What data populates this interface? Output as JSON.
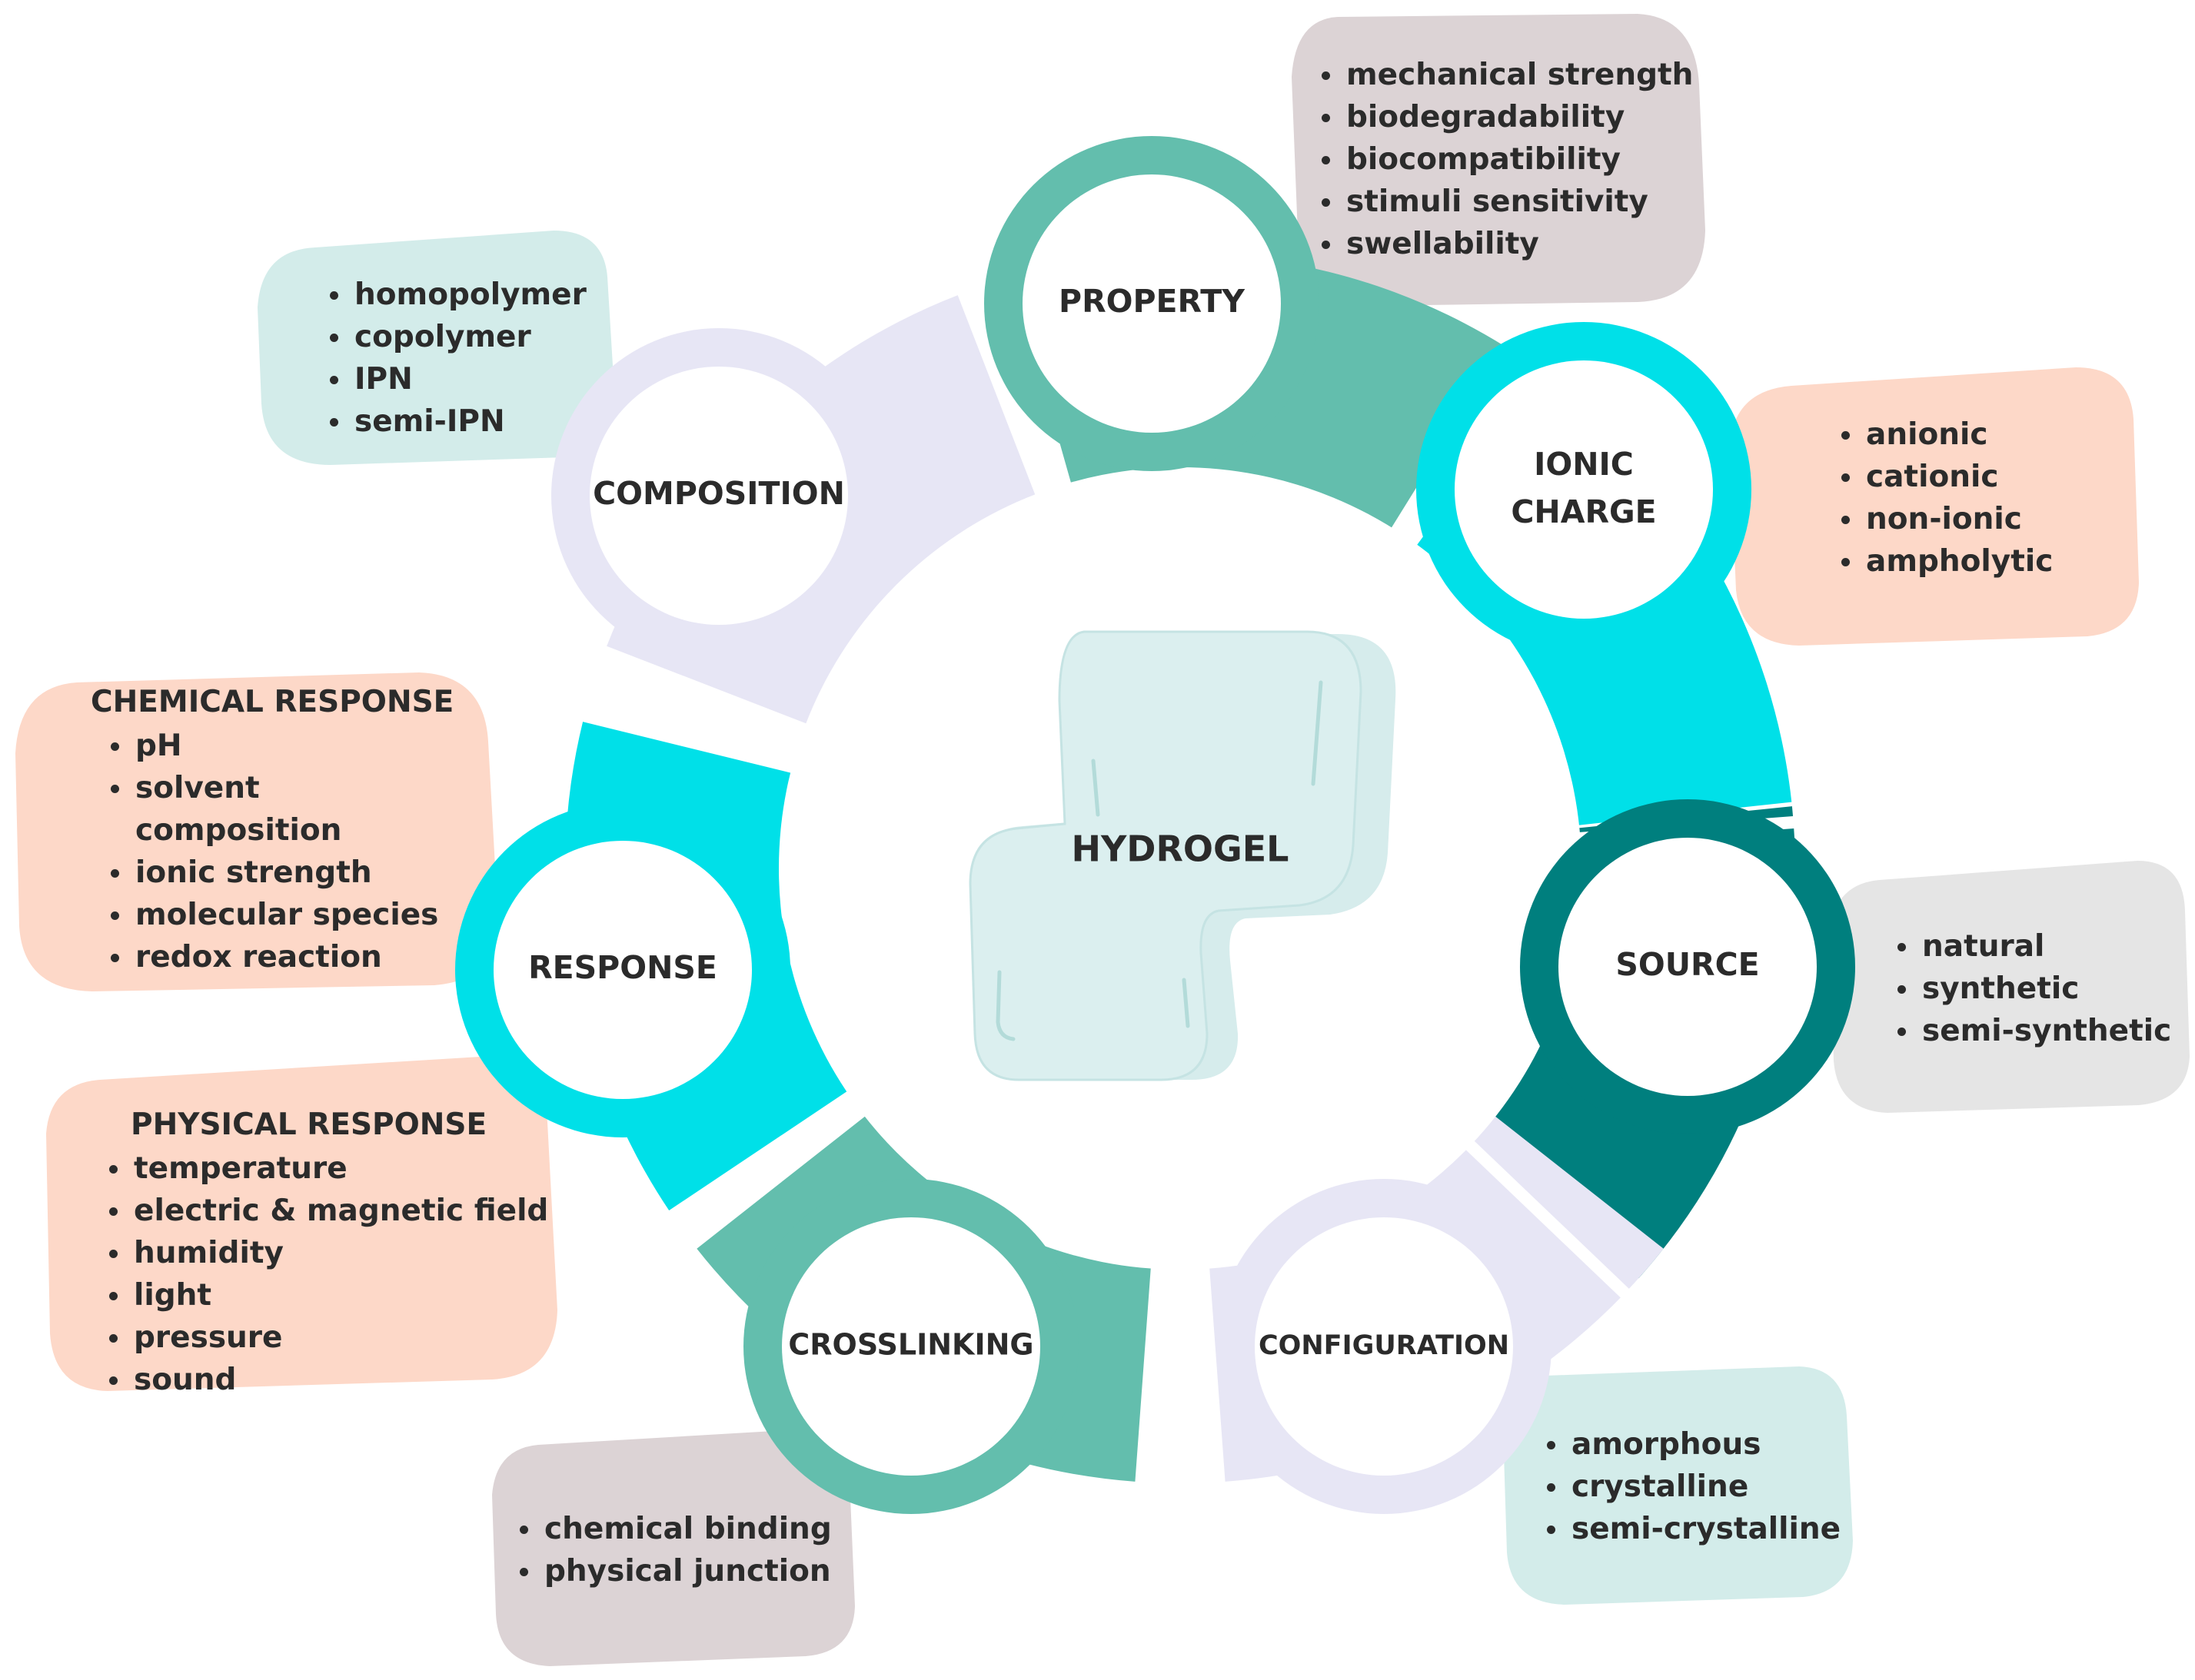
{
  "center": {
    "label": "HYDROGEL"
  },
  "categories": {
    "property": "PROPERTY",
    "ionic_charge": [
      "IONIC",
      "CHARGE"
    ],
    "source": "SOURCE",
    "configuration": "CONFIGURATION",
    "crosslinking": "CROSSLINKING",
    "response": "RESPONSE",
    "composition": "COMPOSITION"
  },
  "lists": {
    "property": [
      "mechanical strength",
      "biodegradability",
      "biocompatibility",
      "stimuli sensitivity",
      "swellability"
    ],
    "composition": [
      "homopolymer",
      "copolymer",
      "IPN",
      "semi-IPN"
    ],
    "ionic_charge": [
      "anionic",
      "cationic",
      "non-ionic",
      "ampholytic"
    ],
    "chemical_response": {
      "title": "CHEMICAL RESPONSE",
      "items": [
        "pH",
        "solvent composition",
        "ionic strength",
        "molecular species",
        "redox reaction"
      ]
    },
    "physical_response": {
      "title": "PHYSICAL RESPONSE",
      "items": [
        "temperature",
        "electric & magnetic field",
        "humidity",
        "light",
        "pressure",
        "sound"
      ]
    },
    "source": [
      "natural",
      "synthetic",
      "semi-synthetic"
    ],
    "configuration": [
      "amorphous",
      "crystalline",
      "semi-crystalline"
    ],
    "crosslinking": [
      "chemical binding",
      "physical junction"
    ]
  },
  "colors": {
    "teal": "#63bead",
    "cyan": "#00e0e8",
    "dark_teal": "#007f7e",
    "lavender": "#e7e6f5",
    "pink_box": "#fdd8c8",
    "mint_box": "#d3ecea",
    "mauve_box": "#dcd3d5",
    "grey_box": "#e5e5e5",
    "hydrogel_fill": "#d6ecec"
  }
}
